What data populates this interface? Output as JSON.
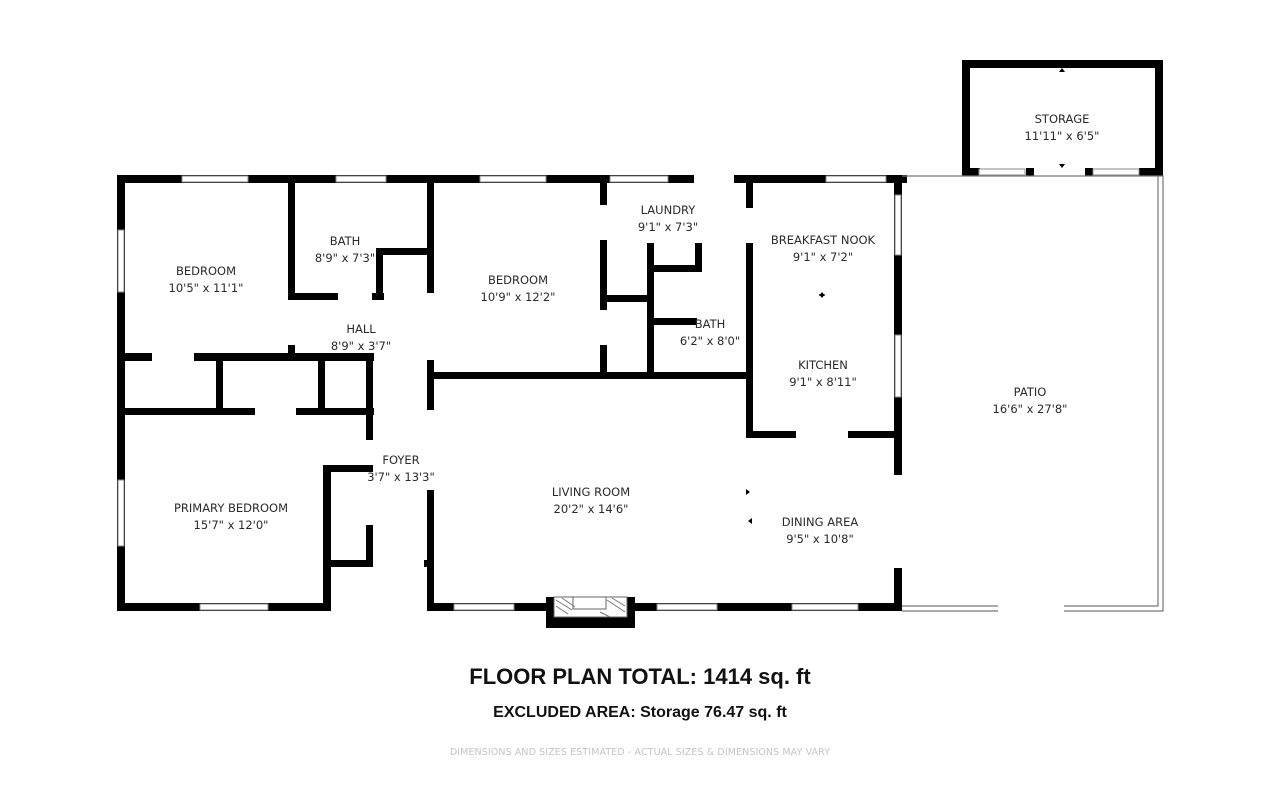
{
  "rooms": {
    "bedroom_1": {
      "name": "BEDROOM",
      "dims": "10'5\" x 11'1\""
    },
    "bath_1": {
      "name": "BATH",
      "dims": "8'9\" x 7'3\""
    },
    "hall": {
      "name": "HALL",
      "dims": "8'9\" x 3'7\""
    },
    "bedroom_2": {
      "name": "BEDROOM",
      "dims": "10'9\" x 12'2\""
    },
    "laundry": {
      "name": "LAUNDRY",
      "dims": "9'1\" x 7'3\""
    },
    "bath_2": {
      "name": "BATH",
      "dims": "6'2\" x 8'0\""
    },
    "breakfast_nook": {
      "name": "BREAKFAST NOOK",
      "dims": "9'1\" x 7'2\""
    },
    "kitchen": {
      "name": "KITCHEN",
      "dims": "9'1\" x 8'11\""
    },
    "storage": {
      "name": "STORAGE",
      "dims": "11'11\" x 6'5\""
    },
    "patio": {
      "name": "PATIO",
      "dims": "16'6\" x 27'8\""
    },
    "primary_bedroom": {
      "name": "PRIMARY BEDROOM",
      "dims": "15'7\" x 12'0\""
    },
    "foyer": {
      "name": "FOYER",
      "dims": "3'7\" x 13'3\""
    },
    "living_room": {
      "name": "LIVING ROOM",
      "dims": "20'2\" x 14'6\""
    },
    "dining_area": {
      "name": "DINING AREA",
      "dims": "9'5\" x 10'8\""
    }
  },
  "footer": {
    "total": "FLOOR PLAN TOTAL: 1414 sq. ft",
    "excluded": "EXCLUDED AREA: Storage 76.47 sq. ft",
    "disclaimer": "DIMENSIONS AND SIZES ESTIMATED - ACTUAL SIZES & DIMENSIONS MAY VARY"
  },
  "colors": {
    "wall": "#000000",
    "label": "#2a2a2a",
    "disclaimer": "#c4c4c4"
  }
}
